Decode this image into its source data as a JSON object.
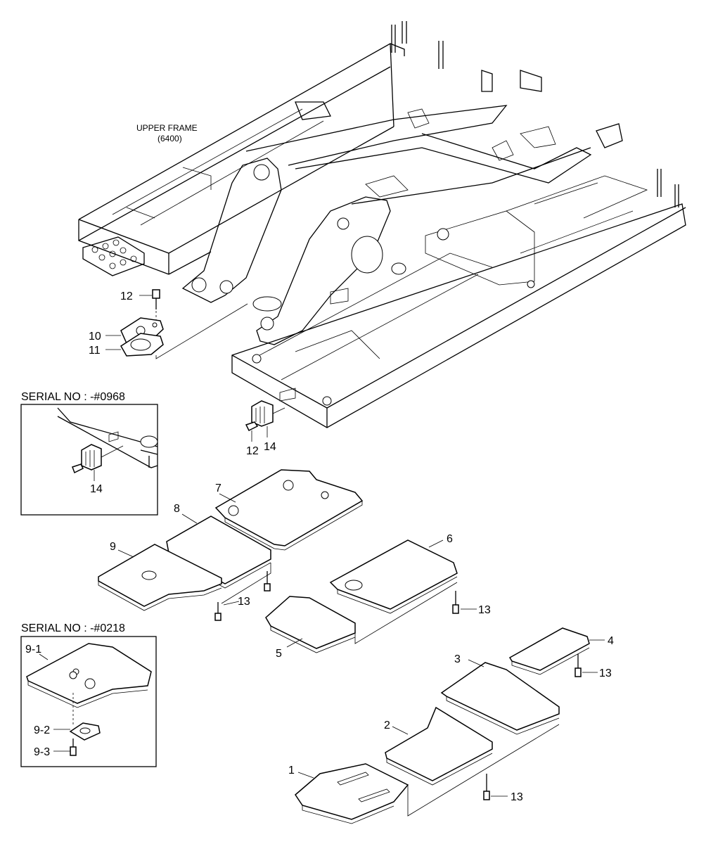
{
  "frame_label": {
    "name": "UPPER FRAME",
    "code": "(6400)"
  },
  "insets": [
    {
      "serial": "SERIAL NO : -#0968",
      "callouts": [
        "14"
      ]
    },
    {
      "serial": "SERIAL NO : -#0218",
      "callouts": [
        "9-1",
        "9-2",
        "9-3"
      ]
    }
  ],
  "callouts": {
    "c1": "1",
    "c2": "2",
    "c3": "3",
    "c4": "4",
    "c5": "5",
    "c6": "6",
    "c7": "7",
    "c8": "8",
    "c9": "9",
    "c10": "10",
    "c11": "11",
    "c12a": "12",
    "c12b": "12",
    "c13a": "13",
    "c13b": "13",
    "c13c": "13",
    "c13d": "13",
    "c14a": "14",
    "c14b": "14"
  }
}
